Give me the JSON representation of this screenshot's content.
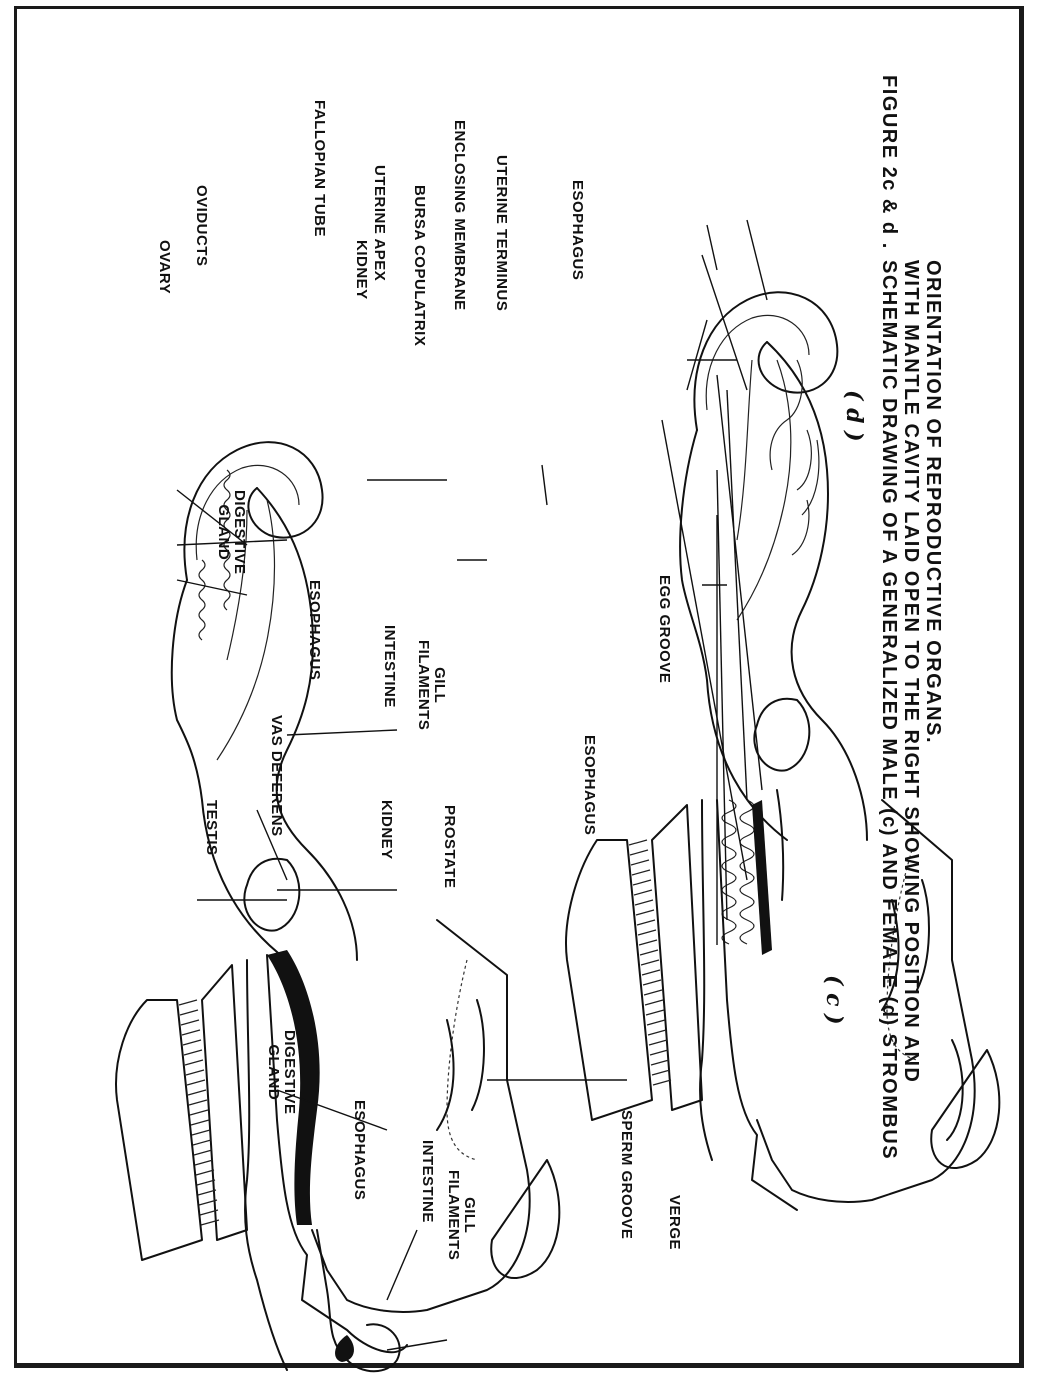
{
  "panels": {
    "male": {
      "tag": "( c )",
      "labels": {
        "testis": "TESTIS",
        "vas_deferens": "VAS DEFERENS",
        "kidney": "KIDNEY",
        "prostate": "PROSTATE",
        "esophagus_top": "ESOPHAGUS",
        "digestive_gland": "DIGESTIVE\nGLAND",
        "esophagus": "ESOPHAGUS",
        "intestine": "INTESTINE",
        "gill_filaments": "GILL\nFILAMENTS",
        "sperm_groove": "SPERM GROOVE",
        "verge": "VERGE"
      }
    },
    "female": {
      "tag": "( d )",
      "labels": {
        "ovary": "OVARY",
        "oviducts": "OVIDUCTS",
        "fallopian_tube": "FALLOPIAN TUBE",
        "kidney": "KIDNEY",
        "uterine_apex": "UTERINE APEX",
        "bursa_copulatrix": "BURSA COPULATRIX",
        "enclosing_membrane": "ENCLOSING MEMBRANE",
        "uterine_terminus": "UTERINE TERMINUS",
        "esophagus_top": "ESOPHAGUS",
        "digestive_gland": "DIGESTIVE\nGLAND",
        "esophagus": "ESOPHAGUS",
        "intestine": "INTESTINE",
        "gill_filaments": "GILL\nFILAMENTS",
        "egg_groove": "EGG GROOVE"
      }
    }
  },
  "caption": {
    "figure_id": "FIGURE 2c & d .",
    "line1": "SCHEMATIC DRAWING OF A GENERALIZED MALE (c) AND FEMALE (d) STROMBUS",
    "line2": "WITH MANTLE CAVITY LAID OPEN TO THE RIGHT SHOWING POSITION AND",
    "line3": "ORIENTATION OF REPRODUCTIVE ORGANS."
  }
}
